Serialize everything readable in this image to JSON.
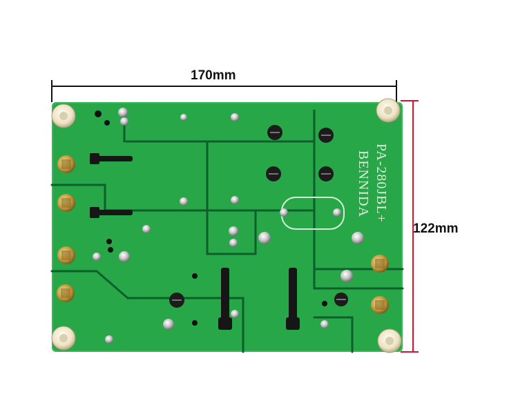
{
  "dimensions": {
    "width_label": "170mm",
    "height_label": "122mm",
    "width_line_color": "#111111",
    "height_line_color": "#e0102a"
  },
  "board": {
    "brand_text": "BENNIDA",
    "model_text": "PA-280JBL+",
    "pcb_color": "#27a748",
    "trace_color": "#0c5f2a",
    "standoff_color": "#f1ead0",
    "solder_color": "#c9c9c9"
  }
}
